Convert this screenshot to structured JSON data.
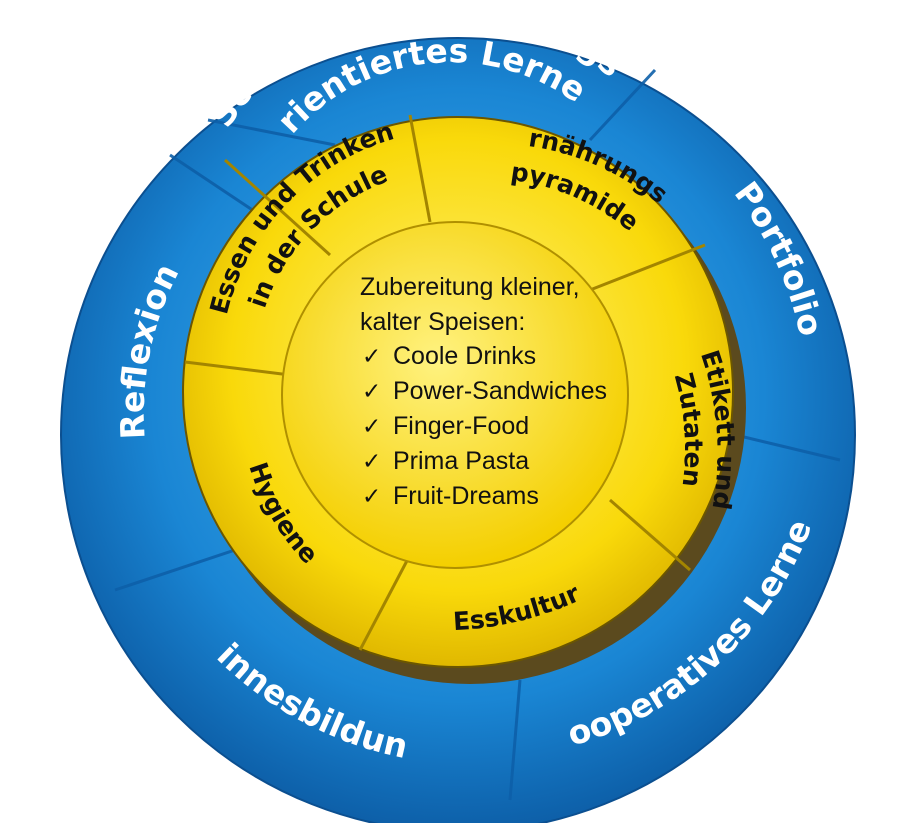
{
  "outer_ring": {
    "segments": [
      {
        "id": "schueler-line1",
        "text": "Schüler- und handlungs-"
      },
      {
        "id": "schueler-line2",
        "text": "orientiertes Lernen"
      },
      {
        "id": "portfolio",
        "text": "Portfolio"
      },
      {
        "id": "kooperatives",
        "text": "Kooperatives Lernen"
      },
      {
        "id": "sinnesbildung",
        "text": "Sinnesbildung"
      },
      {
        "id": "reflexion",
        "text": "Reflexion"
      }
    ]
  },
  "middle_ring": {
    "essen_line1": "Essen und Trinken",
    "essen_line2": "in der Schule",
    "pyramide_line1": "Ernährungs-",
    "pyramide_line2": "pyramide",
    "etikett_line1": "Etikett und",
    "etikett_line2": "Zutaten",
    "esskultur": "Esskultur",
    "hygiene": "Hygiene"
  },
  "center": {
    "heading_line1": "Zubereitung kleiner,",
    "heading_line2": "kalter Speisen:",
    "check_symbol": "✓",
    "items": [
      "Coole Drinks",
      "Power-Sandwiches",
      "Finger-Food",
      "Prima Pasta",
      "Fruit-Dreams"
    ]
  },
  "colors": {
    "blue": "#1a86d4",
    "blue_dark": "#0d5fa8",
    "yellow": "#f9d90a",
    "yellow_light": "#fdeb4f",
    "shadow": "#5b4a1e"
  }
}
